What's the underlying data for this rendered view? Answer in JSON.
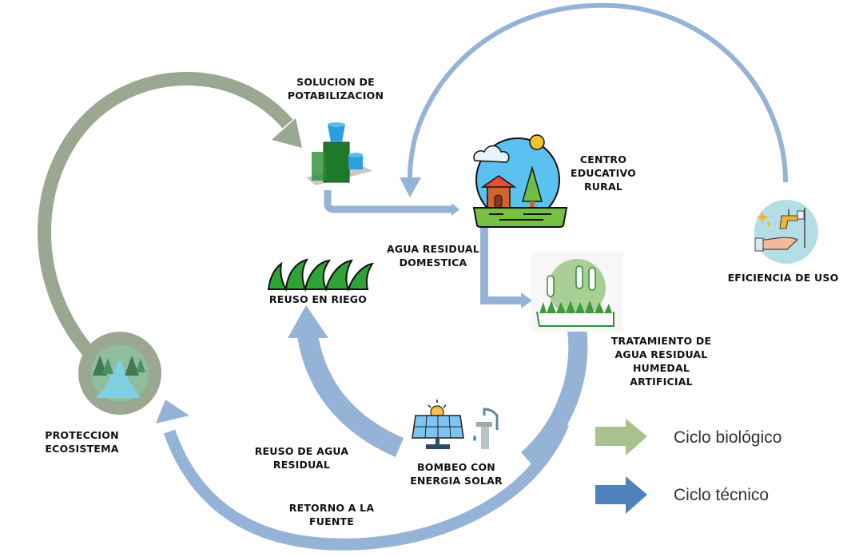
{
  "colors": {
    "technical_cycle": "#95b3d7",
    "biological_cycle": "#9aa791",
    "legend_biological": "#a9c08f",
    "legend_technical": "#4f81bd",
    "label_text": "#111111"
  },
  "nodes": {
    "potabilizacion": {
      "line1": "SOLUCION DE",
      "line2": "POTABILIZACION",
      "icon": "water-treatment-plant-icon"
    },
    "centro_educativo": {
      "line1": "CENTRO",
      "line2": "EDUCATIVO",
      "line3": "RURAL",
      "icon": "rural-school-icon"
    },
    "eficiencia": {
      "line1": "EFICIENCIA DE USO",
      "icon": "faucet-hand-icon"
    },
    "agua_residual": {
      "line1": "AGUA RESIDUAL",
      "line2": "DOMESTICA"
    },
    "humedal": {
      "line1": "TRATAMIENTO DE",
      "line2": "AGUA RESIDUAL",
      "line3": "HUMEDAL",
      "line4": "ARTIFICIAL",
      "icon": "wetland-cattail-icon"
    },
    "riego": {
      "line1": "REUSO EN RIEGO",
      "icon": "grass-icon"
    },
    "proteccion": {
      "line1": "PROTECCION",
      "line2": "ECOSISTEMA",
      "icon": "forest-river-icon"
    },
    "reuso_agua": {
      "line1": "REUSO DE AGUA",
      "line2": "RESIDUAL"
    },
    "bombeo": {
      "line1": "BOMBEO  CON",
      "line2": "ENERGIA SOLAR",
      "icon": "solar-pump-icon"
    },
    "retorno": {
      "line1": "RETORNO A LA",
      "line2": "FUENTE"
    }
  },
  "legend": [
    {
      "label": "Ciclo biológico",
      "color": "#a9c08f"
    },
    {
      "label": "Ciclo técnico",
      "color": "#4f81bd"
    }
  ]
}
